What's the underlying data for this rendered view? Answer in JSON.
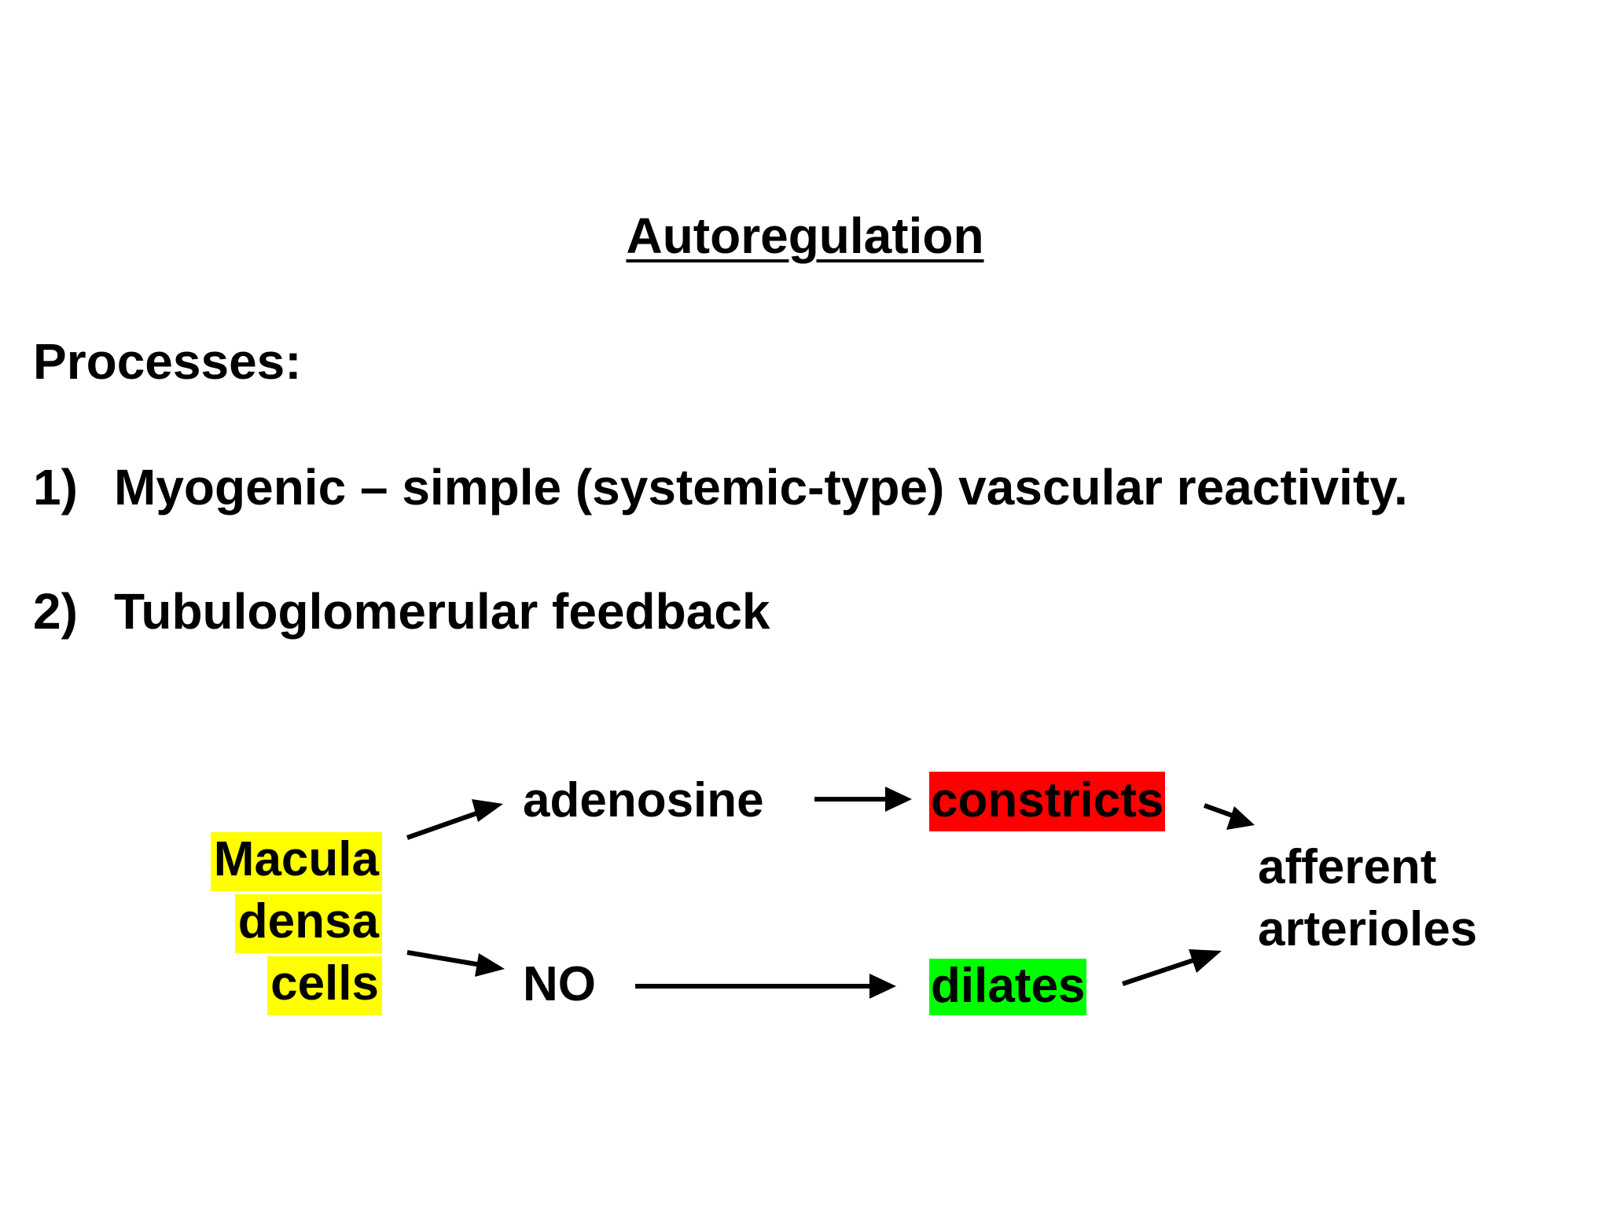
{
  "slide": {
    "title": "Autoregulation",
    "heading": "Processes:",
    "items": [
      {
        "number": "1)",
        "text": "Myogenic – simple (systemic-type) vascular reactivity."
      },
      {
        "number": "2)",
        "text": "Tubuloglomerular feedback"
      }
    ]
  },
  "diagram": {
    "source_lines": [
      "Macula",
      "densa",
      "cells"
    ],
    "upper_mediator": "adenosine",
    "lower_mediator": "NO",
    "upper_effect": "constricts",
    "lower_effect": "dilates",
    "target_lines": [
      "afferent",
      "arterioles"
    ],
    "colors": {
      "source_highlight": "#ffff00",
      "constricts_highlight": "#ff0000",
      "dilates_highlight": "#00ff00"
    }
  }
}
